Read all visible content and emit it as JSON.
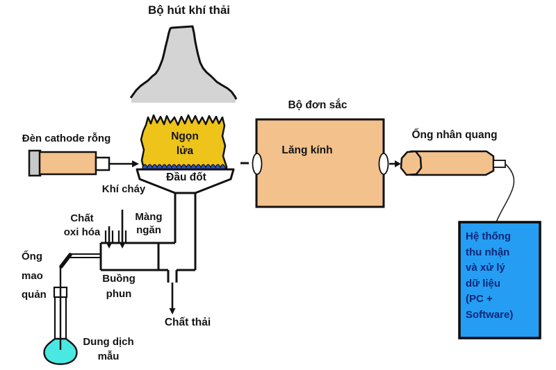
{
  "colors": {
    "peach": "#f3c18c",
    "hood_gray": "#d4d4d4",
    "cap_gray": "#c8c8c8",
    "flame_yellow": "#eec41a",
    "flame_blue": "#2b50cf",
    "box_blue": "#259df2",
    "navy_text": "#0a2878",
    "liquid_cyan": "#4ae8e2"
  },
  "diagram": {
    "exhaust_hood_label": "Bộ hút khí thải",
    "lamp_label": "Đèn cathode rỗng",
    "flame_label": "Ngọn\nlửa",
    "burner_label": "Đầu đốt",
    "fuel_gas_label": "Khí cháy",
    "monochromator_label": "Bộ đơn sắc",
    "prism_label": "Lăng kính",
    "pmt_label": "Ống nhân quang",
    "data_system_label": "Hệ thống\nthu nhận\nvà xử lý\ndữ liệu\n(PC +\nSoftware)",
    "oxidant_label": "Chất\noxi hóa",
    "membrane_label": "Màng\nngăn",
    "capillary_label": "Ống\nmao\nquản",
    "spray_chamber_label": "Buồng\nphun",
    "waste_label": "Chất thải",
    "sample_label": "Dung dịch\nmẫu"
  }
}
